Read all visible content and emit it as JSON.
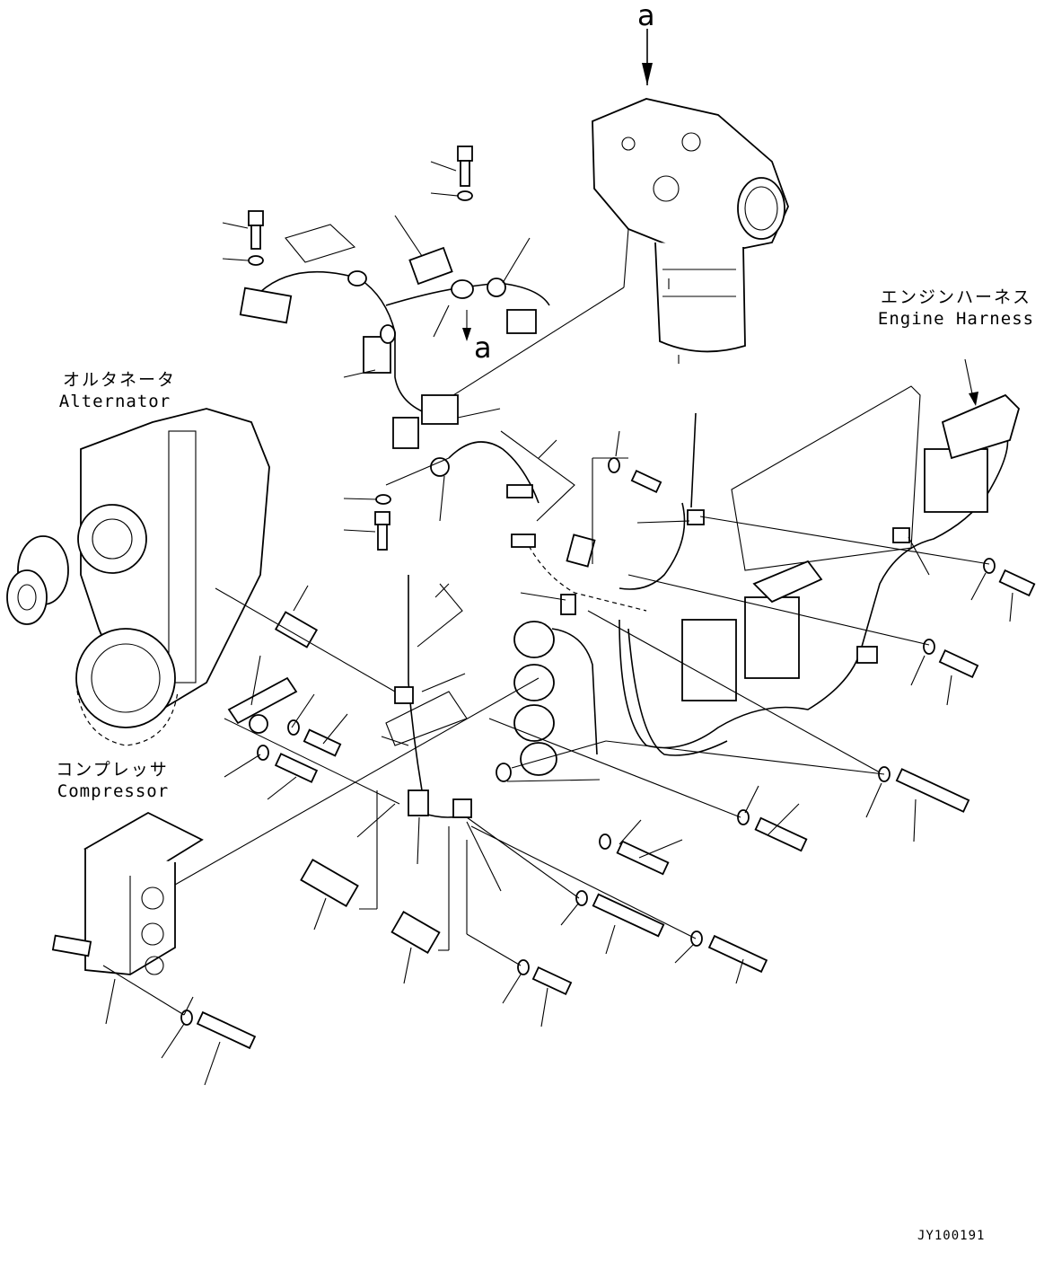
{
  "view_marker": {
    "top_letter": "a",
    "detail_letter": "a"
  },
  "labels": {
    "alternator_jp": "オルタネータ",
    "alternator_en": "Alternator",
    "compressor_jp": "コンプレッサ",
    "compressor_en": "Compressor",
    "engine_harness_jp": "エンジンハーネス",
    "engine_harness_en": "Engine Harness"
  },
  "document_id": "JY100191"
}
